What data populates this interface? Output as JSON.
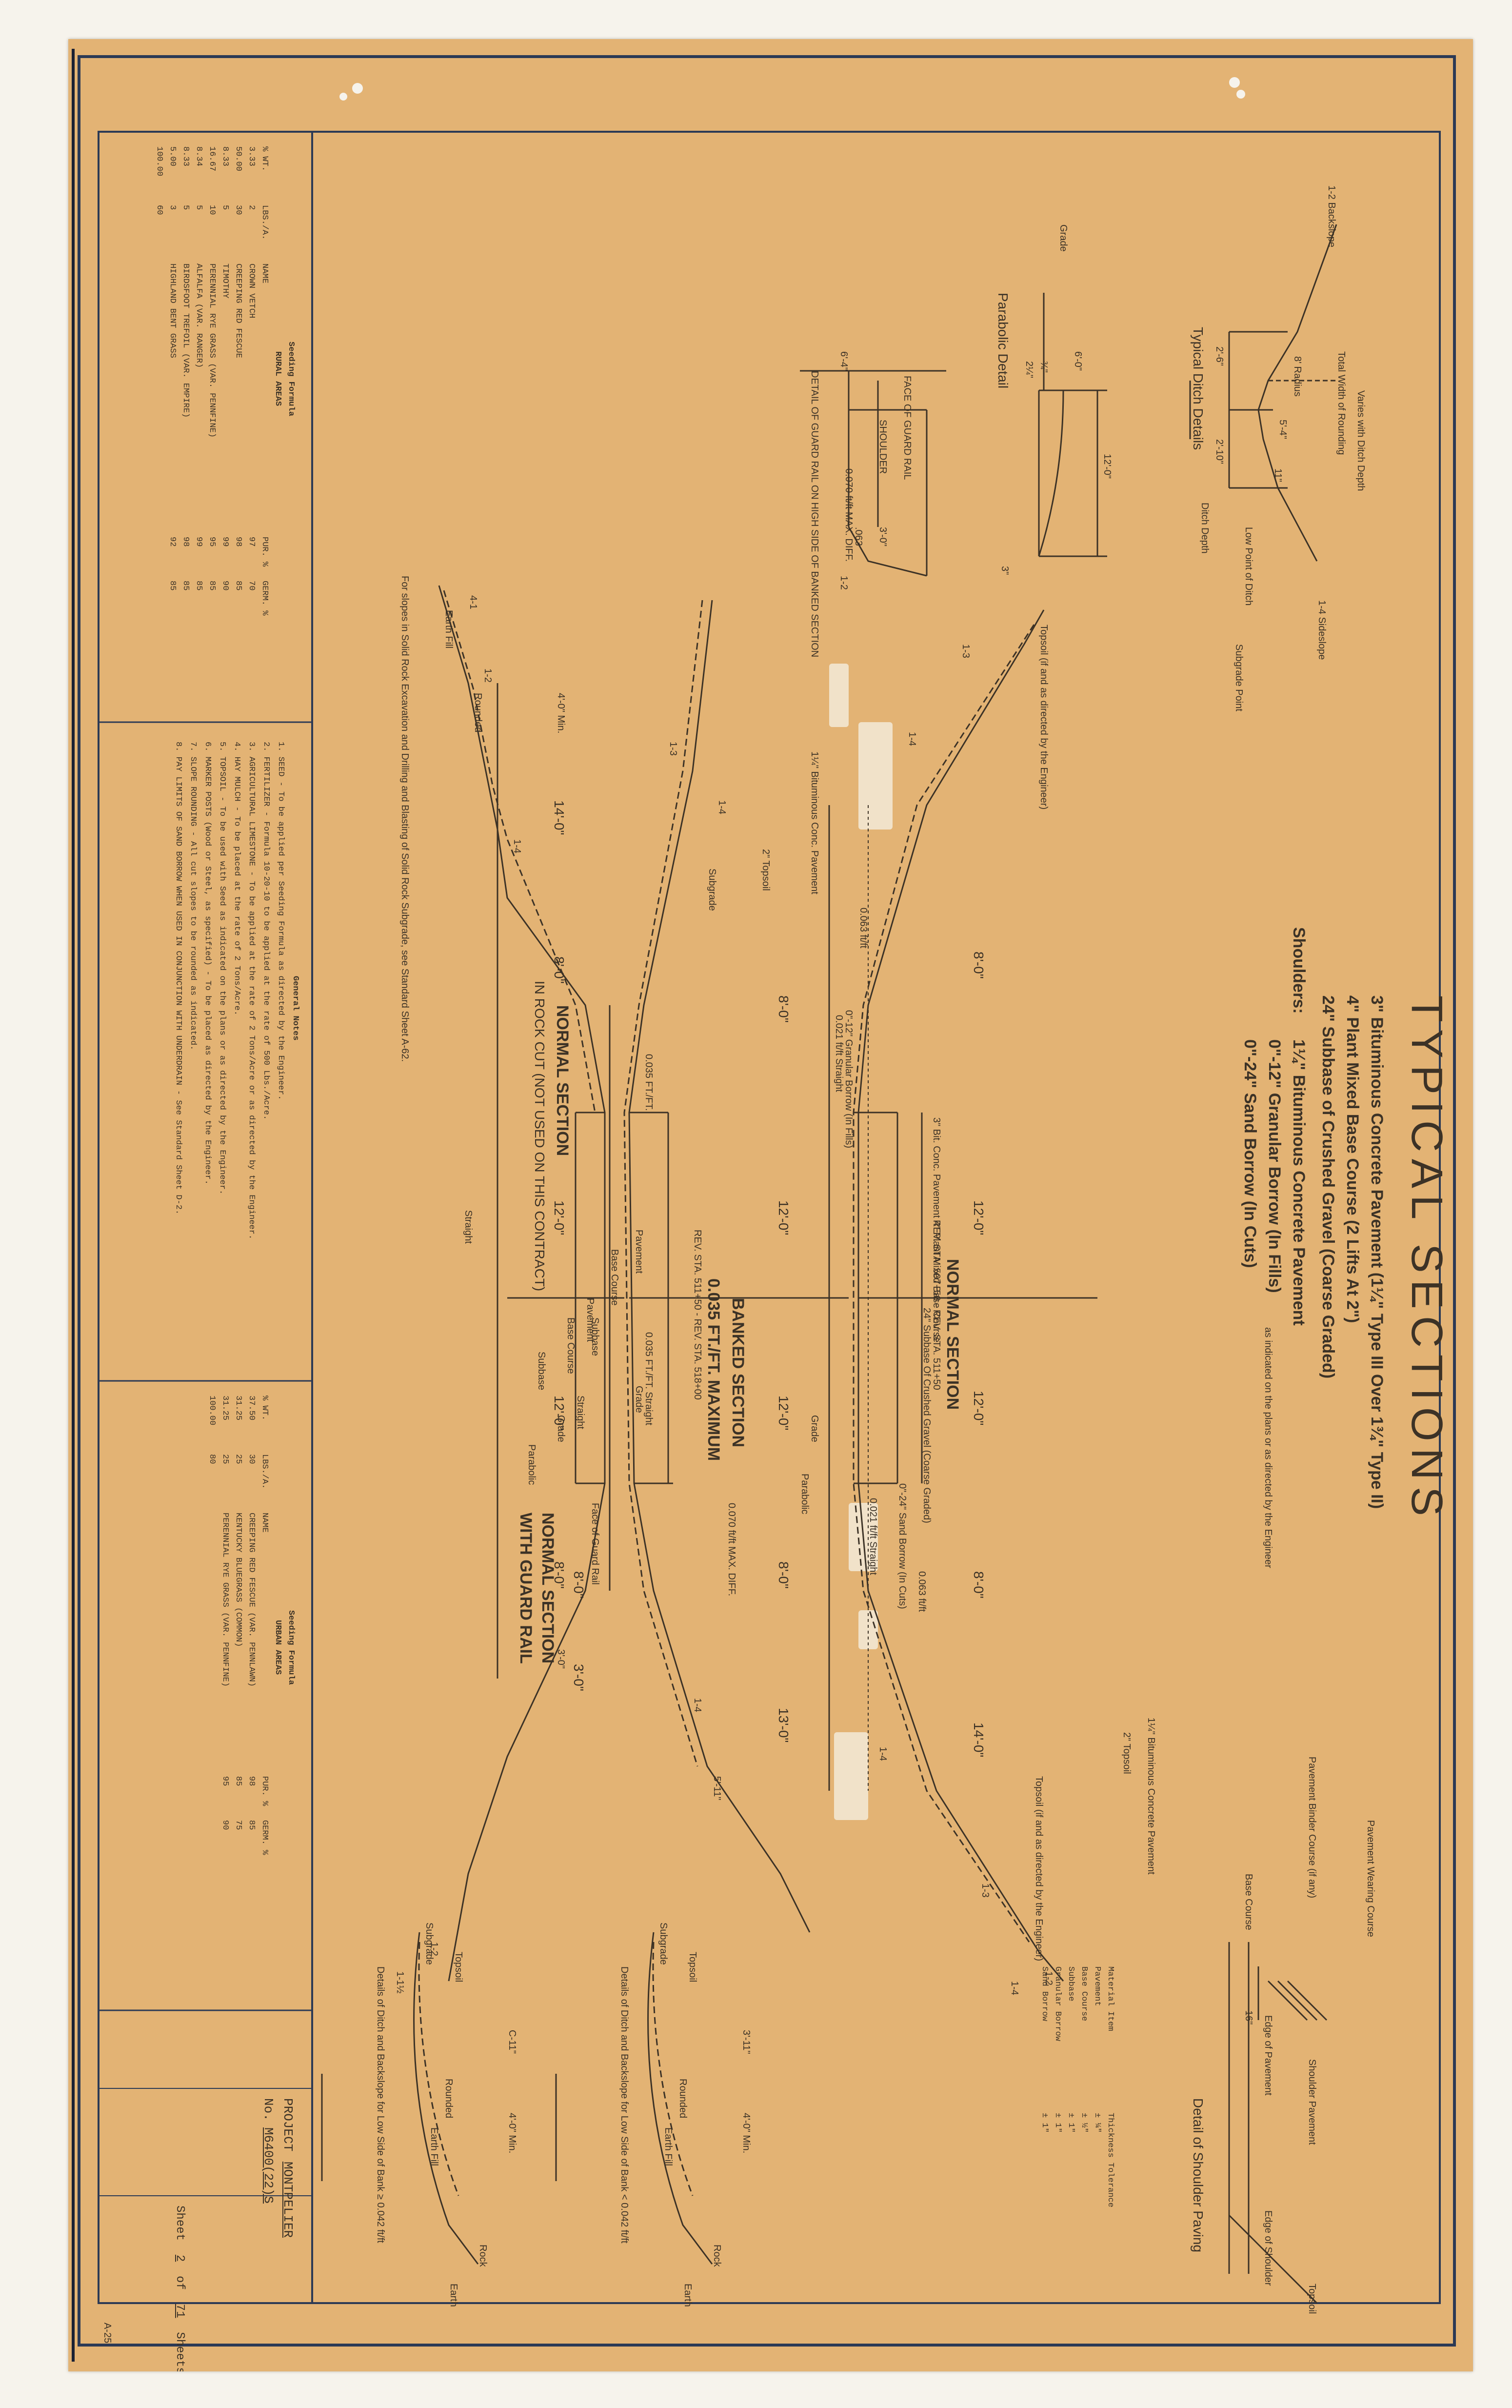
{
  "title": "TYPICAL SECTIONS",
  "legend": {
    "line1": "3\" Bituminous Concrete Pavement (1¼\" Type III Over 1¾\" Type II)",
    "line2": "4\" Plant Mixed Base Course (2 Lifts At 2\")",
    "line3": "24\" Subbase of Crushed Gravel (Coarse Graded)",
    "shoulders_label": "Shoulders:",
    "sh1": "1¼\" Bituminous Concrete Pavement",
    "sh2": "0\"-12\" Granular Borrow (In Fills)",
    "sh3": "0\"-24\" Sand Borrow (In Cuts)",
    "sh_note": "as indicated on the plans or as directed by the Engineer"
  },
  "ditch_detail": {
    "title": "Typical Ditch Details",
    "varies": "Varies with Ditch Depth",
    "total_width": "Total Width of Rounding",
    "radius": "8' Radius",
    "backslope": "1-2 Backslope",
    "low_point": "Low Point of Ditch",
    "sideslope": "1-4 Sideslope",
    "subgrade_point": "Subgrade Point",
    "ditch_depth": "Ditch Depth",
    "dim1": "2'-6\"",
    "dim2": "2'-10\"",
    "dim3": "5'-4\"",
    "dim4": "11\""
  },
  "parabolic": {
    "title": "Parabolic Detail",
    "grade": "Grade",
    "d1": "12'-0\"",
    "d2": "6'-0\"",
    "d3": "¾\"",
    "d4": "2¼\"",
    "d5": "3\""
  },
  "guard_detail": {
    "title": "DETAIL OF GUARD RAIL ON HIGH SIDE OF BANKED SECTION",
    "face": "FACE OF GUARD RAIL",
    "shoulder": "SHOULDER",
    "d1": "6'-4\"",
    "d2": "3'-0\"",
    "d3": ".063",
    "d4": "0.070 ft/ft MAX. DIFF.",
    "slope": "1-2"
  },
  "sections": {
    "normal": "NORMAL SECTION",
    "normal_sta": "REV. STA. 507+50 - REV. STA. 511+50",
    "banked": "BANKED SECTION",
    "banked_max": "0.035 FT./FT. MAXIMUM",
    "banked_sta": "REV. STA. 511+50 - REV. STA. 518+00",
    "rock1": "NORMAL SECTION",
    "rock2": "IN ROCK CUT (NOT USED ON THIS CONTRACT)",
    "guard1": "NORMAL SECTION",
    "guard2": "WITH GUARD RAIL",
    "rock_note": "For slopes in Solid Rock Excavation and Drilling and Blasting of Solid Rock Subgrade, see Standard Sheet A-62."
  },
  "labels": {
    "bit_pave": "1¼\" Bituminous Conc. Pavement",
    "bit_pave2": "1¼\" Bituminous Concrete Pavement",
    "topsoil2": "2\" Topsoil",
    "subgrade": "Subgrade",
    "pavement": "Pavement",
    "base_course": "Base Course",
    "subbase": "Subbase",
    "grade": "Grade",
    "parabolic": "Parabolic",
    "straight": "Straight",
    "earth_fill": "Earth Fill",
    "rounded": "Rounded",
    "topsoil_eng": "Topsoil (if and as directed by the Engineer)",
    "granular": "0\"-12\" Granular Borrow (In Fills)",
    "sand": "0\"-24\" Sand Borrow (In Cuts)",
    "slope1": "0.021 ft/ft Straight",
    "slope2": "0.063 ft/ft",
    "slope3": "0.035 FT./FT.",
    "slope4": "0.035 FT./FT. Straight",
    "slope5": "0.070 ft/ft MAX. DIFF.",
    "face_rail": "Face of Guard Rail",
    "w8": "8'-0\"",
    "w12": "12'-0\"",
    "w14": "14'-0\"",
    "w13": "13'-0\"",
    "w3": "3'-0\"",
    "w5": "5'-11\"",
    "w4": "4'-0\" Min.",
    "s14": "1-4",
    "s13": "1-3",
    "s12": "1-2",
    "s41": "4-1",
    "s1h": "1-1½",
    "layers": "3\" Bit. Conc. Pavement 4\" Plant Mixed Base Course",
    "subbase_layer": "24\" Subbase Of Crushed Gravel (Coarse Graded)"
  },
  "shoulder_detail": {
    "title": "Detail of Shoulder Paving",
    "wearing": "Pavement Wearing Course",
    "binder": "Pavement Binder Course (if any)",
    "base": "Base Course",
    "edge_pave": "Edge of Pavement",
    "shoulder_pave": "Shoulder Pavement",
    "edge_shoulder": "Edge of Shoulder",
    "topsoil": "Topsoil",
    "dim": "16\"",
    "material_hdr": "Material Item",
    "thick_hdr": "Thickness Tolerance",
    "materials": [
      "Pavement",
      "Base Course",
      "Subbase",
      "Granular Borrow",
      "Sand Borrow"
    ],
    "tolerances": [
      "± ¼\"",
      "± ½\"",
      "± 1\"",
      "± 1\"",
      "± 1\""
    ]
  },
  "ditch_backslope": {
    "a_title": "Details of Ditch and Backslope for Low Side of Bank < 0.042 ft/ft",
    "b_title": "Details of Ditch and Backslope for Low Side of Bank ≥ 0.042 ft/ft",
    "topsoil": "Topsoil",
    "subgrade": "Subgrade",
    "rounded": "Rounded",
    "earth_fill": "Earth Fill",
    "earth": "Earth",
    "rock": "Rock",
    "d1": "3'-11\"",
    "d2": "4'-0\" Min.",
    "d3": "C-11\""
  },
  "seeding_rural": {
    "title": "Seeding Formula",
    "subtitle": "RURAL AREAS",
    "headers": [
      "% WT.",
      "LBS./A.",
      "NAME",
      "PUR. %",
      "GERM. %"
    ],
    "rows": [
      [
        "3.33",
        "2",
        "CROWN VETCH",
        "97",
        "70"
      ],
      [
        "50.00",
        "30",
        "CREEPING RED FESCUE",
        "98",
        "85"
      ],
      [
        "8.33",
        "5",
        "TIMOTHY",
        "99",
        "90"
      ],
      [
        "16.67",
        "10",
        "PERENNIAL RYE GRASS (VAR. PENNFINE)",
        "95",
        "85"
      ],
      [
        "8.34",
        "5",
        "ALFALFA (VAR. RANGER)",
        "99",
        "85"
      ],
      [
        "8.33",
        "5",
        "BIRDSFOOT TREFOIL (VAR. EMPIRE)",
        "98",
        "85"
      ],
      [
        "5.00",
        "3",
        "HIGHLAND BENT GRASS",
        "92",
        "85"
      ],
      [
        "100.00",
        "60",
        "",
        "",
        ""
      ]
    ]
  },
  "seeding_urban": {
    "title": "Seeding Formula",
    "subtitle": "URBAN AREAS",
    "headers": [
      "% WT.",
      "LBS./A.",
      "NAME",
      "PUR. %",
      "GERM. %"
    ],
    "rows": [
      [
        "37.50",
        "30",
        "CREEPING RED FESCUE (VAR. PENNLAWN)",
        "98",
        "85"
      ],
      [
        "31.25",
        "25",
        "KENTUCKY BLUEGRASS (COMMON)",
        "85",
        "75"
      ],
      [
        "31.25",
        "25",
        "PERENNIAL RYE GRASS (VAR. PENNFINE)",
        "95",
        "90"
      ],
      [
        "100.00",
        "80",
        "",
        "",
        ""
      ]
    ]
  },
  "general_notes": {
    "title": "General Notes",
    "items": [
      "1. SEED - To be applied per Seeding Formula as directed by the Engineer.",
      "2. FERTILIZER - Formula 10-20-10 to be applied at the rate of 500 Lbs./Acre.",
      "3. AGRICULTURAL LIMESTONE - To be applied at the rate of 2 Tons/Acre or as directed by the Engineer.",
      "4. HAY MULCH - To be placed at the rate of 2 Tons/Acre.",
      "5. TOPSOIL - To be used with Seed as indicated on the plans or as directed by the Engineer.",
      "6. MARKER POSTS (Wood or Steel, as specified) - To be placed as directed by the Engineer.",
      "7. SLOPE ROUNDING - All cut slopes to be rounded as indicated.",
      "8. PAY LIMITS OF SAND BORROW WHEN USED IN CONJUNCTION WITH UNDERDRAIN - See Standard Sheet D-2."
    ]
  },
  "titleblock": {
    "project_label": "PROJECT",
    "project": "MONTPELIER",
    "no_label": "No.",
    "no": "M6400(22)S",
    "sheet_label": "Sheet",
    "sheet": "2",
    "of_label": "of",
    "of": "71",
    "sheets_label": "Sheets"
  },
  "ref": "A-25",
  "colors": {
    "paper": "#e3b374",
    "ink": "#3c3226",
    "border": "#2c3a55"
  }
}
